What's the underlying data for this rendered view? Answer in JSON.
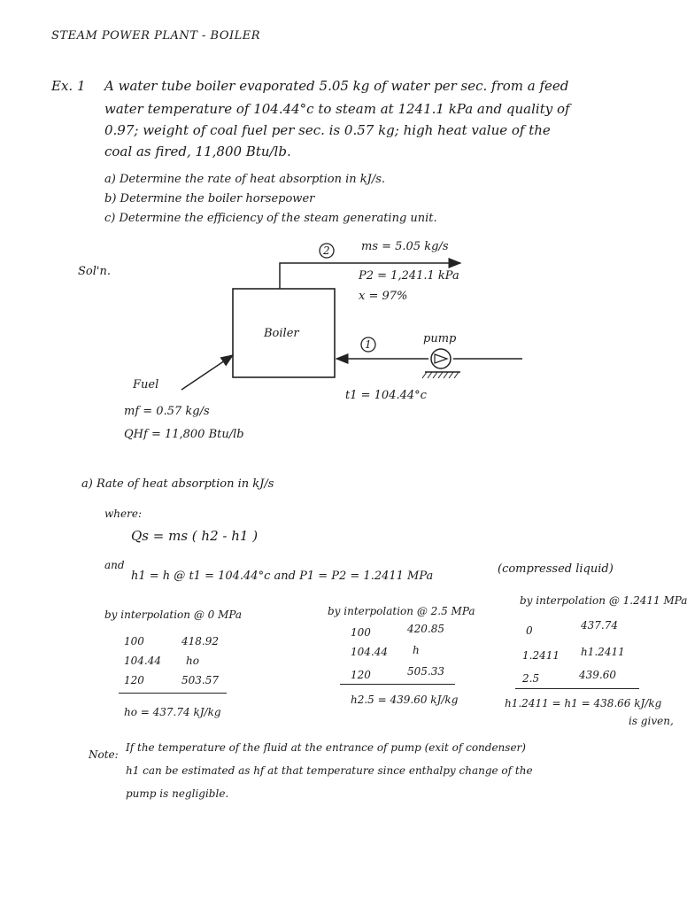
{
  "header": {
    "title": "STEAM POWER PLANT - BOILER"
  },
  "example": {
    "number": "Ex. 1",
    "lines": [
      "A water tube boiler evaporated 5.05 kg of water per sec. from a feed",
      "water temperature of 104.44°c to steam at 1241.1 kPa and quality of",
      "0.97; weight of coal fuel per sec. is 0.57 kg; high heat value of the",
      "coal as fired, 11,800 Btu/lb."
    ],
    "questions": [
      "a) Determine the rate of heat absorption in kJ/s.",
      "b) Determine the boiler horsepower",
      "c) Determine the efficiency of the steam generating unit."
    ]
  },
  "solution": {
    "label": "Sol'n.",
    "diagram": {
      "state2_marker": "2",
      "ms": "ms = 5.05 kg/s",
      "p2": "P2 = 1,241.1 kPa",
      "x": "x = 97%",
      "boiler_label": "Boiler",
      "state1_marker": "1",
      "pump_label": "pump",
      "t1": "t1 = 104.44°c",
      "fuel_label": "Fuel",
      "mf": "mf = 0.57 kg/s",
      "qhv": "QHf = 11,800 Btu/lb"
    },
    "part_a": {
      "heading": "a) Rate of heat absorption in kJ/s",
      "where": "where:",
      "equation": "Qs = ms ( h2 - h1 )",
      "and": "and",
      "h1_condition": "h1 = h @ t1 = 104.44°c  and  P1 = P2 = 1.2411 MPa",
      "compressed_note": "(compressed liquid)"
    },
    "tables": [
      {
        "title": "by interpolation @ 0 MPa",
        "rows": [
          [
            "100",
            "418.92"
          ],
          [
            "104.44",
            "ho"
          ],
          [
            "120",
            "503.57"
          ]
        ],
        "result": "ho = 437.74 kJ/kg"
      },
      {
        "title": "by interpolation @ 2.5 MPa",
        "rows": [
          [
            "100",
            "420.85"
          ],
          [
            "104.44",
            "h"
          ],
          [
            "120",
            "505.33"
          ]
        ],
        "result": "h2.5 = 439.60 kJ/kg"
      },
      {
        "title": "by interpolation @ 1.2411 MPa",
        "rows": [
          [
            "0",
            "437.74"
          ],
          [
            "1.2411",
            "h1.2411"
          ],
          [
            "2.5",
            "439.60"
          ]
        ],
        "result": "h1.2411 = h1 = 438.66 kJ/kg",
        "tail": "is given,"
      }
    ],
    "note": {
      "label": "Note:",
      "lines": [
        "If the temperature of the fluid at the entrance of pump (exit of condenser)",
        "h1 can be estimated as hf at that temperature since enthalpy change of the",
        "pump is negligible."
      ]
    }
  }
}
